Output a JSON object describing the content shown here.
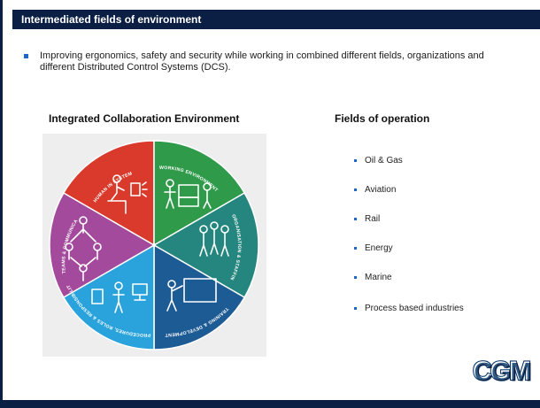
{
  "slide": {
    "title": "Intermediated fields of environment",
    "bullet": "Improving ergonomics, safety and security while working in combined different fields, organizations and different Distributed Control Systems (DCS)."
  },
  "left_column": {
    "heading": "Integrated Collaboration Environment",
    "wheel_segments": [
      {
        "label": "HUMAN IN SYSTEM",
        "color": "#d93a2b"
      },
      {
        "label": "WORKING ENVIRONMENT",
        "color": "#2e9a4a"
      },
      {
        "label": "ORGANISATION & STAFFING",
        "color": "#24867e"
      },
      {
        "label": "TRAINING & DEVELOPMENT",
        "color": "#1d5b95"
      },
      {
        "label": "PROCEDURES, ROLES & RESPONSIBILITIES",
        "color": "#2aa3dc"
      },
      {
        "label": "TEAMS & COMMUNICATION",
        "color": "#a34a9c"
      }
    ]
  },
  "right_column": {
    "heading": "Fields of operation",
    "items": [
      "Oil & Gas",
      "Aviation",
      "Rail",
      "Energy",
      "Marine",
      "Process based industries"
    ]
  },
  "logo": {
    "text": "CGM"
  },
  "colors": {
    "navy": "#0b1f45",
    "bullet": "#1f64c8"
  }
}
